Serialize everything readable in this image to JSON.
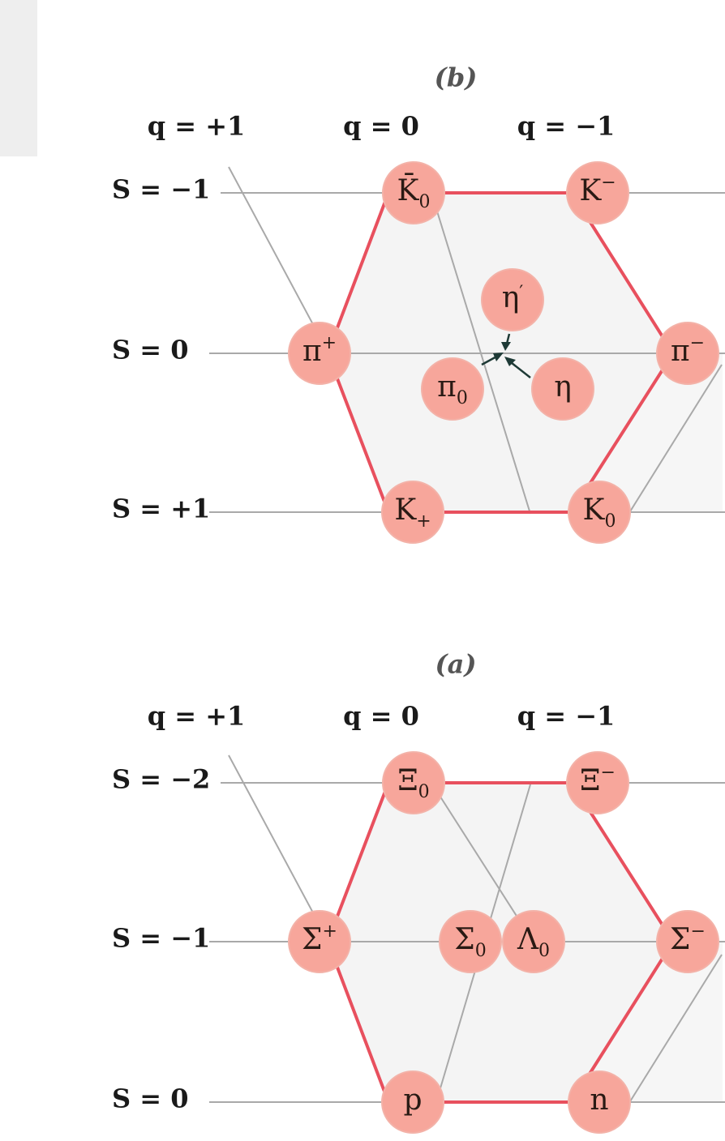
{
  "panels": {
    "a": {
      "label": "(a)",
      "rows": [
        "S = 0",
        "S = −1",
        "S = −2"
      ],
      "charges": [
        "q = −1",
        "q = 0",
        "q = +1"
      ],
      "particles": {
        "n": {
          "base": "n",
          "sup": ""
        },
        "p": {
          "base": "p",
          "sup": ""
        },
        "sigma_minus": {
          "base": "Σ",
          "sup": "−"
        },
        "lambda0": {
          "base": "Λ",
          "sup": "0"
        },
        "sigma0": {
          "base": "Σ",
          "sup": "0"
        },
        "sigma_plus": {
          "base": "Σ",
          "sup": "+"
        },
        "xi_minus": {
          "base": "Ξ",
          "sup": "−"
        },
        "xi0": {
          "base": "Ξ",
          "sup": "0"
        }
      }
    },
    "b": {
      "label": "(b)",
      "rows": [
        "S = +1",
        "S = 0",
        "S = −1"
      ],
      "charges": [
        "q = −1",
        "q = 0",
        "q = +1"
      ],
      "particles": {
        "k0": {
          "base": "K",
          "sup": "0"
        },
        "k_plus": {
          "base": "K",
          "sup": "+"
        },
        "pi_minus": {
          "base": "π",
          "sup": "−"
        },
        "eta": {
          "base": "η",
          "sup": ""
        },
        "pi0": {
          "base": "π",
          "sup": "0"
        },
        "eta_prime": {
          "base": "η",
          "sup": "′"
        },
        "pi_plus": {
          "base": "π",
          "sup": "+"
        },
        "k_minus": {
          "base": "K",
          "sup": "−"
        },
        "k0bar": {
          "base": "K̄",
          "sup": "0"
        }
      }
    }
  },
  "colors": {
    "hexagon": "#e8505e",
    "node": "#f7a69b",
    "grid": "#a9a9a9"
  }
}
